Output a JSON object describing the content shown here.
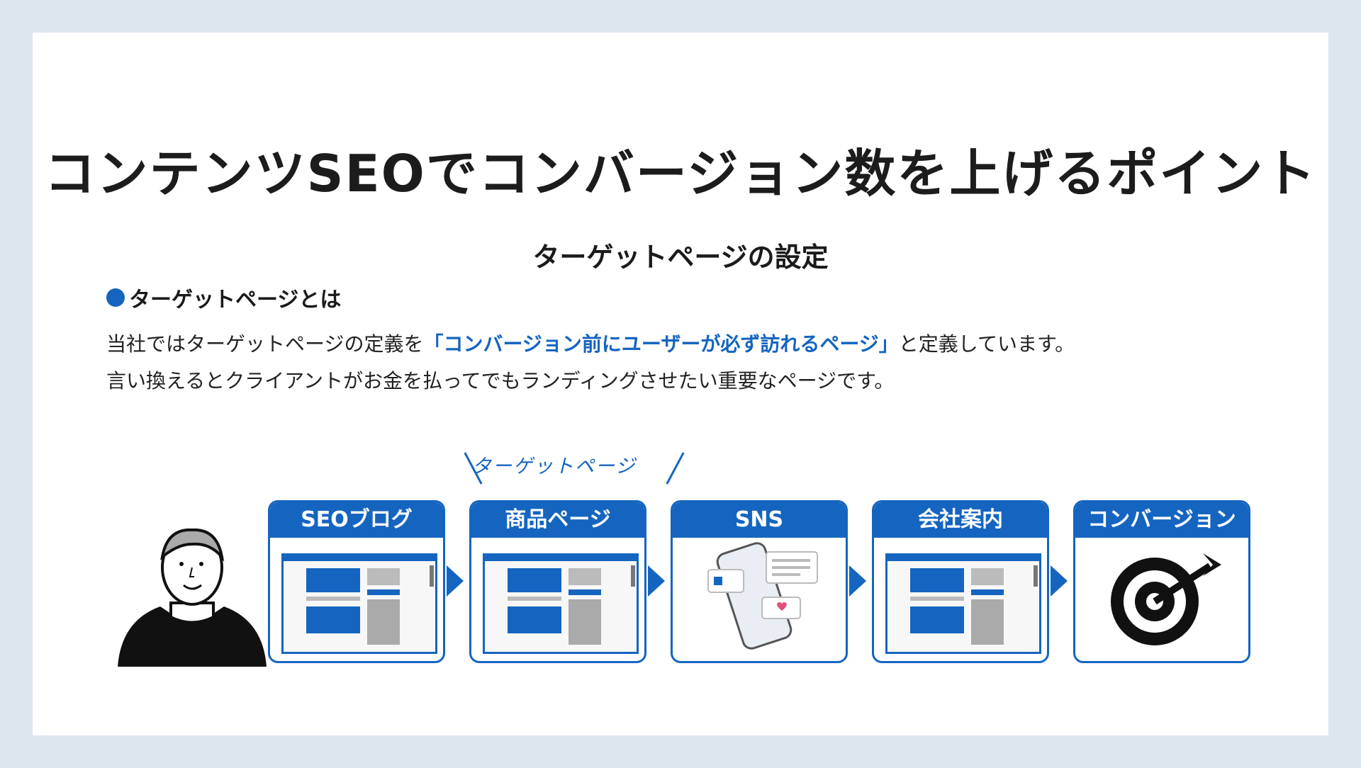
{
  "title": "コンテンツSEOでコンバージョン数を上げるポイント",
  "subtitle": "ターゲットページの設定",
  "section": {
    "heading": "ターゲットページとは",
    "line1_before": "当社ではターゲットページの定義を",
    "line1_highlight": "「コンバージョン前にユーザーが必ず訪れるページ」",
    "line1_after": "と定義しています。",
    "line2": "言い換えるとクライアントがお金を払ってでもランディングさせたい重要なページです。"
  },
  "diagram": {
    "target_label": "ターゲットページ",
    "steps": [
      {
        "label": "SEOブログ",
        "icon": "browser-icon"
      },
      {
        "label": "商品ページ",
        "icon": "browser-icon"
      },
      {
        "label": "SNS",
        "icon": "smartphone-sns-icon"
      },
      {
        "label": "会社案内",
        "icon": "browser-icon"
      },
      {
        "label": "コンバージョン",
        "icon": "target-arrow-icon"
      }
    ]
  },
  "colors": {
    "accent": "#1565c0",
    "background": "#dce6ee",
    "card": "#ffffff",
    "text": "#1a1a1a"
  }
}
